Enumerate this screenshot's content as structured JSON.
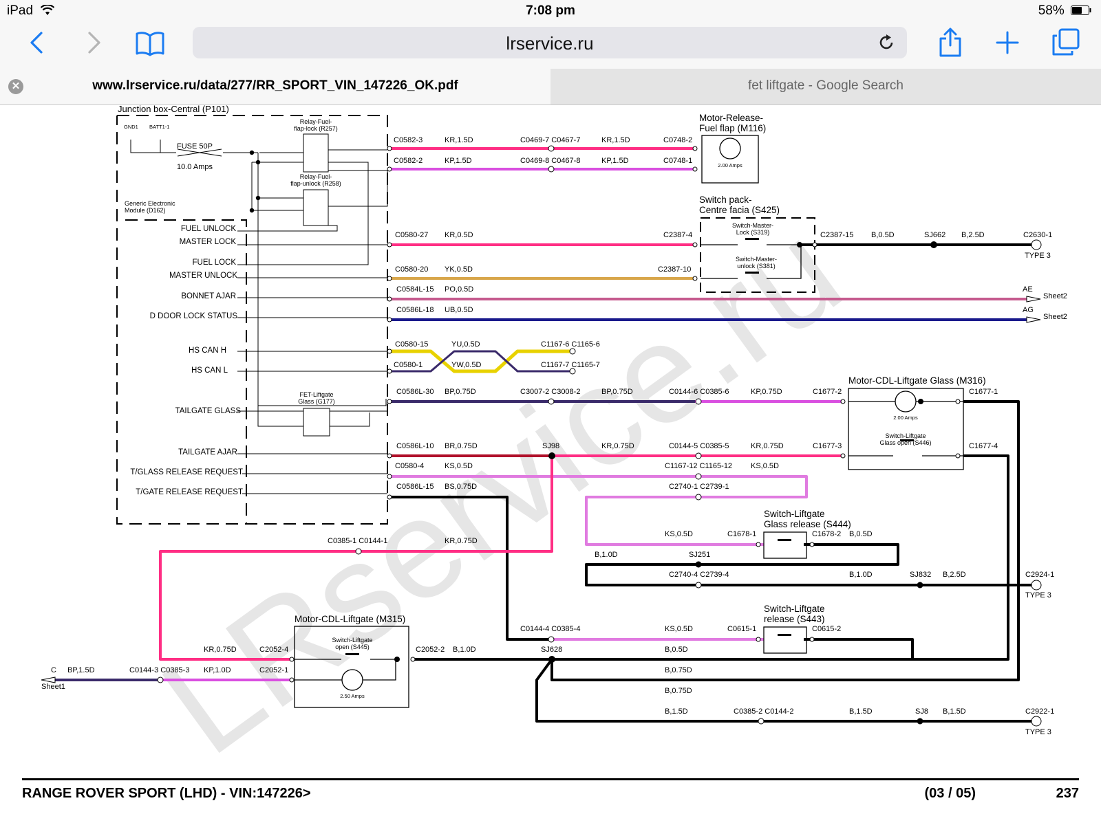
{
  "status": {
    "device": "iPad",
    "time": "7:08 pm",
    "battery": "58%"
  },
  "browser": {
    "host": "lrservice.ru"
  },
  "tabs": [
    {
      "title": "www.lrservice.ru/data/277/RR_SPORT_VIN_147226_OK.pdf"
    },
    {
      "title": "fet liftgate - Google Search"
    }
  ],
  "watermark": "LRservice.ru",
  "footer": {
    "title": "RANGE ROVER SPORT  (LHD) - VIN:147226>",
    "sheet": "(03 / 05)",
    "page": "237"
  },
  "colors": {
    "KR": "#ff2e84",
    "KP": "#d94fe0",
    "YK": "#d8a64a",
    "PO": "#c55a8e",
    "UB": "#1a1a8c",
    "YU": "#e8d200",
    "BP": "#3a2a6a",
    "BR": "#b0102a",
    "KS": "#e07be0",
    "B": "#000000",
    "accent": "#1b7cf2"
  },
  "diagram": {
    "junction_box": "Junction box-Central (P101)",
    "gnd": "GND1",
    "batt": "BATT1-1",
    "fuse": "FUSE 50P",
    "fuse_amps": "10.0 Amps",
    "relay_lock": [
      "Relay-Fuel-",
      "flap-lock (R257)"
    ],
    "relay_unlock": [
      "Relay-Fuel-",
      "flap-unlock (R258)"
    ],
    "gem": [
      "Generic Electronic",
      "Module (D162)"
    ],
    "signals": [
      "FUEL  UNLOCK",
      "MASTER LOCK",
      "FUEL LOCK",
      "MASTER UNLOCK",
      "BONNET AJAR",
      "D DOOR LOCK STATUS",
      "HS CAN H",
      "HS CAN L",
      "TAILGATE GLASS",
      "TAILGATE AJAR",
      "T/GLASS RELEASE REQUEST",
      "T/GATE RELEASE REQUEST"
    ],
    "fet": [
      "FET-Liftgate",
      "Glass (G177)"
    ],
    "motor_fuel": [
      "Motor-Release-",
      "Fuel flap (M116)"
    ],
    "motor_fuel_amps": "2.00 Amps",
    "switch_pack": [
      "Switch pack-",
      "Centre facia (S425)"
    ],
    "sw_master_lock": [
      "Switch-Master-",
      "Lock (S319)"
    ],
    "sw_master_unlock": [
      "Switch-Master-",
      "unlock (S381)"
    ],
    "motor_glass": "Motor-CDL-Liftgate Glass (M316)",
    "motor_glass_amps": "2.00 Amps",
    "sw_glass_open": [
      "Switch-Liftgate",
      "Glass open (S446)"
    ],
    "sw_glass_release": [
      "Switch-Liftgate",
      "Glass release (S444)"
    ],
    "sw_release": [
      "Switch-Liftgate",
      "release (S443)"
    ],
    "motor_liftgate": "Motor-CDL-Liftgate (M315)",
    "sw_liftgate_open": [
      "Switch-Liftgate",
      "open (S445)"
    ],
    "motor_liftgate_amps": "2.50 Amps",
    "labels": {
      "c0582_3": "C0582-3",
      "kr15a": "KR,1.5D",
      "c0469_7": "C0469-7 C0467-7",
      "kr15b": "KR,1.5D",
      "c0748_2": "C0748-2",
      "c0582_2": "C0582-2",
      "kp15a": "KP,1.5D",
      "c0469_8": "C0469-8 C0467-8",
      "kp15b": "KP,1.5D",
      "c0748_1": "C0748-1",
      "c0580_27": "C0580-27",
      "kr05": "KR,0.5D",
      "c2387_4": "C2387-4",
      "c2387_15": "C2387-15",
      "b05a": "B,0.5D",
      "sj662": "SJ662",
      "b25a": "B,2.5D",
      "c2630_1": "C2630-1",
      "type3a": "TYPE 3",
      "c0580_20": "C0580-20",
      "yk05": "YK,0.5D",
      "c2387_10": "C2387-10",
      "c0584l_15": "C0584L-15",
      "po05": "PO,0.5D",
      "ae": "AE",
      "sheet2a": "Sheet2",
      "c0586l_18": "C0586L-18",
      "ub05": "UB,0.5D",
      "ag": "AG",
      "sheet2b": "Sheet2",
      "c0580_15": "C0580-15",
      "yu05": "YU,0.5D",
      "c1167_6": "C1167-6 C1165-6",
      "c0580_1": "C0580-1",
      "yw05": "YW,0.5D",
      "c1167_7": "C1167-7 C1165-7",
      "c0586l_30": "C0586L-30",
      "bp075a": "BP,0.75D",
      "c3007_2": "C3007-2 C3008-2",
      "bp075b": "BP,0.75D",
      "c0144_6": "C0144-6 C0385-6",
      "kp075": "KP,0.75D",
      "c1677_2": "C1677-2",
      "c1677_1": "C1677-1",
      "c0586l_10": "C0586L-10",
      "br075": "BR,0.75D",
      "sj98": "SJ98",
      "kr075a": "KR,0.75D",
      "c0144_5": "C0144-5 C0385-5",
      "kr075b": "KR,0.75D",
      "c1677_3": "C1677-3",
      "c1677_4": "C1677-4",
      "c0580_4": "C0580-4",
      "ks05a": "KS,0.5D",
      "c1167_12": "C1167-12 C1165-12",
      "ks05b": "KS,0.5D",
      "c0586l_15": "C0586L-15",
      "bs075": "BS,0.75D",
      "c2740_1": "C2740-1 C2739-1",
      "ks05c": "KS,0.5D",
      "c1678_1": "C1678-1",
      "c1678_2": "C1678-2",
      "b05b": "B,0.5D",
      "b10a": "B,1.0D",
      "sj251": "SJ251",
      "c2740_4": "C2740-4 C2739-4",
      "b10b": "B,1.0D",
      "sj832": "SJ832",
      "b25b": "B,2.5D",
      "c2924_1": "C2924-1",
      "type3b": "TYPE 3",
      "c0385_1": "C0385-1 C0144-1",
      "kr075c": "KR,0.75D",
      "c0144_4": "C0144-4 C0385-4",
      "ks05d": "KS,0.5D",
      "c0615_1": "C0615-1",
      "c0615_2": "C0615-2",
      "kr075d": "KR,0.75D",
      "c2052_4": "C2052-4",
      "c2052_2": "C2052-2",
      "b10c": "B,1.0D",
      "sj628": "SJ628",
      "b05c": "B,0.5D",
      "c_label": "C",
      "bp15": "BP,1.5D",
      "c0144_3": "C0144-3 C0385-3",
      "kp10": "KP,1.0D",
      "c2052_1": "C2052-1",
      "b075a": "B,0.75D",
      "sheet1": "Sheet1",
      "b075b": "B,0.75D",
      "b15a": "B,1.5D",
      "c0385_2": "C0385-2 C0144-2",
      "b15b": "B,1.5D",
      "sj8": "SJ8",
      "b15c": "B,1.5D",
      "c2922_1": "C2922-1",
      "type3c": "TYPE 3"
    }
  }
}
